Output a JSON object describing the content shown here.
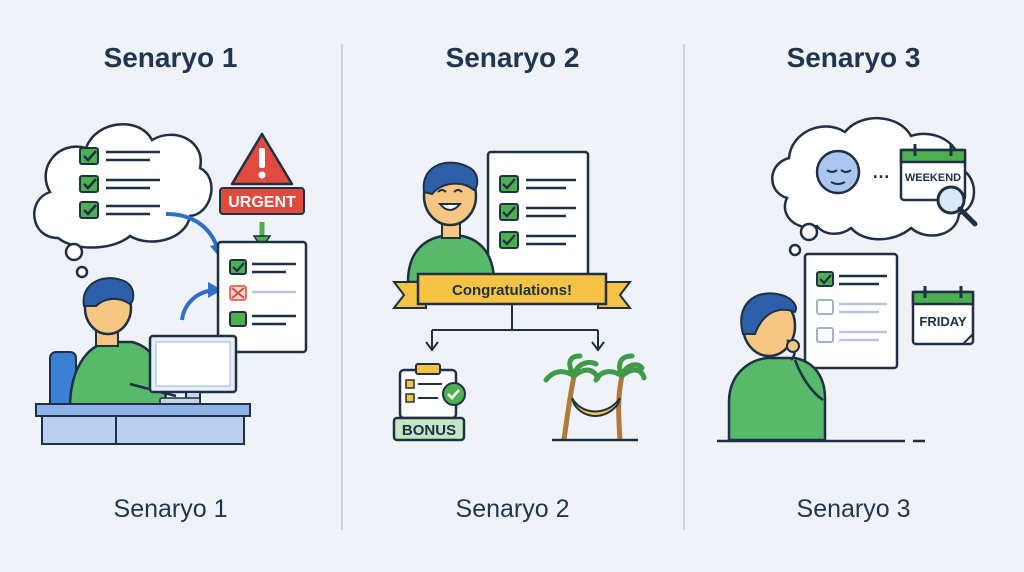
{
  "panels": [
    {
      "title": "Senaryo 1",
      "caption": "Senaryo 1",
      "badge_text": "URGENT"
    },
    {
      "title": "Senaryo 2",
      "caption": "Senaryo 2",
      "banner_text": "Congratulations!",
      "bonus_text": "BONUS"
    },
    {
      "title": "Senaryo 3",
      "caption": "Senaryo 3",
      "weekend_text": "WEEKEND",
      "friday_text": "FRIDAY"
    }
  ],
  "colors": {
    "background": "#eff3f8",
    "title": "#1f3550",
    "green": "#4caf50",
    "urgent_red": "#e04a3f",
    "ribbon_yellow": "#f6c444",
    "accent_blue": "#2f6fc9"
  },
  "icons": [
    "thought-cloud-icon",
    "warning-icon",
    "checklist-icon",
    "computer-icon",
    "medal-icon",
    "palm-tree-icon",
    "hammock-icon",
    "calendar-icon",
    "magnifier-icon",
    "sleepy-face-icon"
  ]
}
